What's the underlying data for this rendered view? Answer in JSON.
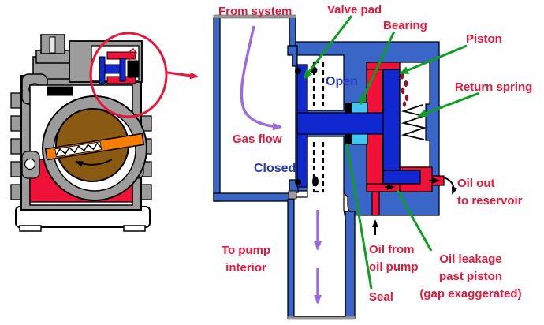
{
  "title": "Anti-suckback valve diagram",
  "labels": {
    "from_system": "From system",
    "valve_pad": "Valve pad",
    "bearing": "Bearing",
    "piston": "Piston",
    "return_spring": "Return spring",
    "open": "Open",
    "gas_flow": "Gas flow",
    "closed": "Closed",
    "oil_out_1": "Oil out",
    "oil_out_2": "to reservoir",
    "to_pump_1": "To pump",
    "to_pump_2": "interior",
    "oil_from_1": "Oil from",
    "oil_from_2": "oil pump",
    "oil_leak_1": "Oil leakage",
    "oil_leak_2": "past piston",
    "oil_leak_3": "(gap exaggerated)",
    "seal": "Seal"
  },
  "colors": {
    "body_blue": "#3a66c8",
    "valve_blue": "#1128d0",
    "oil_red": "#ef1238",
    "drip_red": "#991122",
    "bearing_cyan": "#3fc8f5",
    "arrow_green": "#0d9e22",
    "arrow_purple": "#9a6ae0",
    "label_red": "#e8173a",
    "label_blue": "#2638c8",
    "pump_gray": "#9c9c9c",
    "rotor_brown": "#8b5a12",
    "vane_orange": "#f57d00",
    "highlight_red": "#e8173a"
  }
}
